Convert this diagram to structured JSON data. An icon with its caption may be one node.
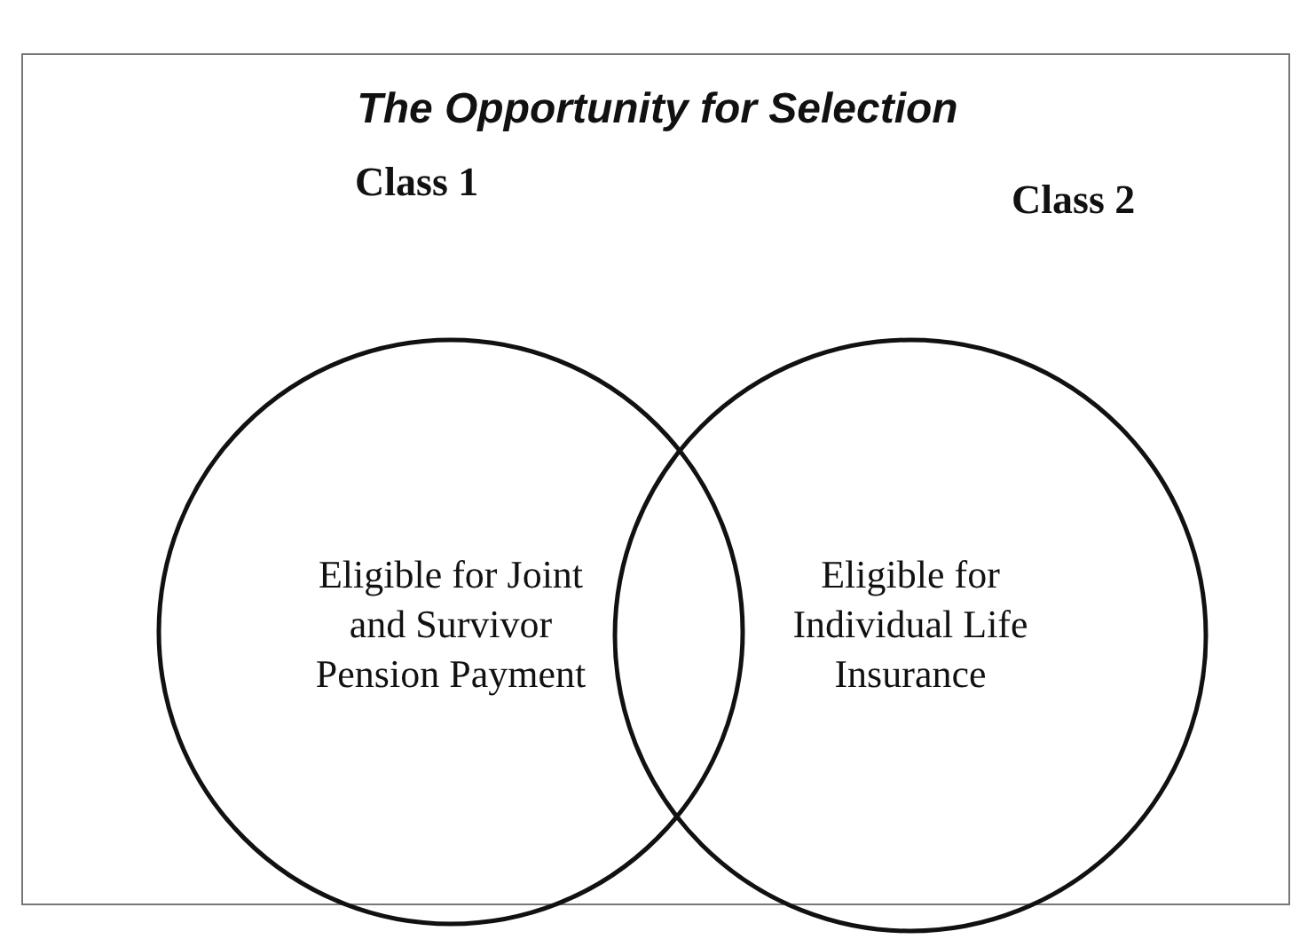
{
  "diagram": {
    "title": "The Opportunity for Selection",
    "nodes": [
      {
        "text": [
          "Class 1",
          "Eligible for Joint and Survivor Pension Payment"
        ]
      },
      {
        "text": [
          "Class 2",
          "Eligible for Individual Life Insurance"
        ]
      }
    ],
    "edges": []
  }
}
